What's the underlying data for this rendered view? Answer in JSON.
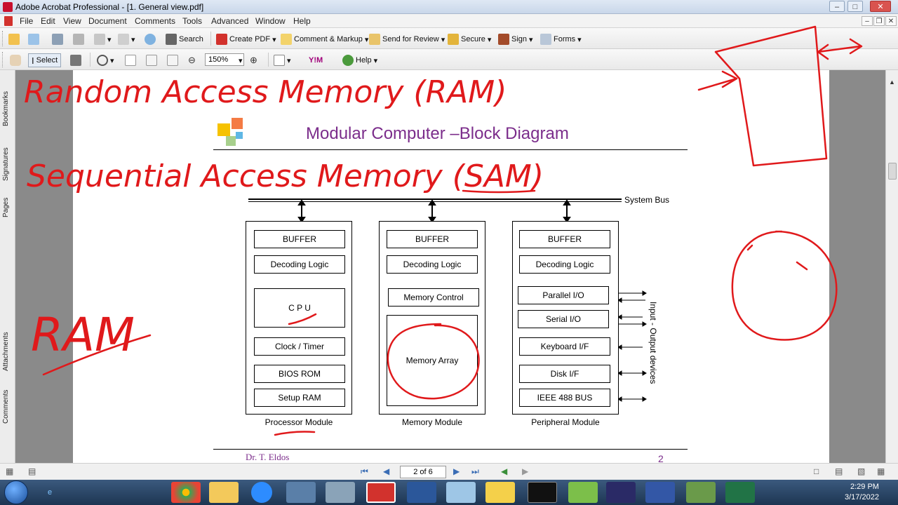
{
  "window": {
    "title": "Adobe Acrobat Professional - [1. General view.pdf]"
  },
  "menu": {
    "items": [
      "File",
      "Edit",
      "View",
      "Document",
      "Comments",
      "Tools",
      "Advanced",
      "Window",
      "Help"
    ]
  },
  "toolbar1": {
    "search": "Search",
    "create_pdf": "Create PDF",
    "comment_markup": "Comment & Markup",
    "send_review": "Send for Review",
    "secure": "Secure",
    "sign": "Sign",
    "forms": "Forms"
  },
  "toolbar2": {
    "select": "Select",
    "zoom": "150%",
    "help": "Help"
  },
  "nav_tabs": [
    "Bookmarks",
    "Signatures",
    "Pages",
    "Attachments",
    "Comments"
  ],
  "slide": {
    "title": "Modular Computer –Block Diagram",
    "system_bus": "System Bus",
    "processor": {
      "blocks": [
        "BUFFER",
        "Decoding Logic",
        "C P U",
        "Clock / Timer",
        "BIOS ROM",
        "Setup RAM"
      ],
      "caption": "Processor Module"
    },
    "memory": {
      "blocks": [
        "BUFFER",
        "Decoding Logic",
        "Memory Control",
        "Memory Array"
      ],
      "caption": "Memory Module"
    },
    "peripheral": {
      "blocks": [
        "BUFFER",
        "Decoding Logic",
        "Parallel I/O",
        "Serial I/O",
        "Keyboard I/F",
        "Disk I/F",
        "IEEE 488 BUS"
      ],
      "caption": "Peripheral  Module"
    },
    "io_label": "Input - Output devices",
    "author": "Dr. T. Eldos",
    "page_number": "2"
  },
  "annotations": {
    "line1": "Random Access Memory (RAM)",
    "line2": "Sequential Access Memory (SAM)",
    "side": "RAM"
  },
  "statusbar": {
    "page": "2 of 6"
  },
  "tray": {
    "time": "2:29 PM",
    "date": "3/17/2022"
  },
  "colors": {
    "title_purple": "#7b2d8b",
    "ink_red": "#e0191b"
  }
}
